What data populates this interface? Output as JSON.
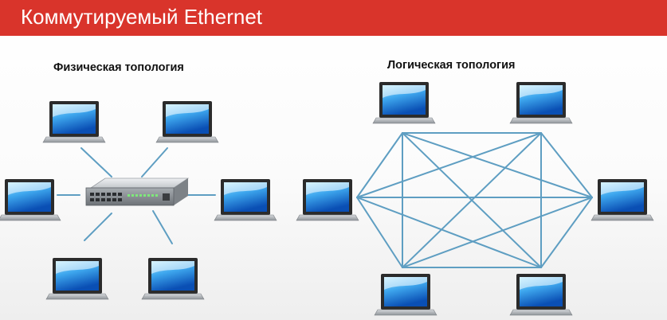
{
  "header": {
    "title": "Коммутируемый Ethernet",
    "background_color": "#d9342b",
    "text_color": "#ffffff"
  },
  "physical_topology": {
    "label": "Физическая топология",
    "center_device": "network-switch",
    "nodes": [
      "laptop",
      "laptop",
      "laptop",
      "laptop",
      "laptop",
      "laptop"
    ]
  },
  "logical_topology": {
    "label": "Логическая топология",
    "connection_type": "full-mesh",
    "nodes": [
      "laptop",
      "laptop",
      "laptop",
      "laptop",
      "laptop",
      "laptop"
    ]
  },
  "colors": {
    "link": "#5e9ec2",
    "screen_light": "#9fe0ff",
    "screen_dark": "#0a52b8",
    "laptop_frame": "#2b2b2b",
    "laptop_base": "#b9bdc1"
  }
}
